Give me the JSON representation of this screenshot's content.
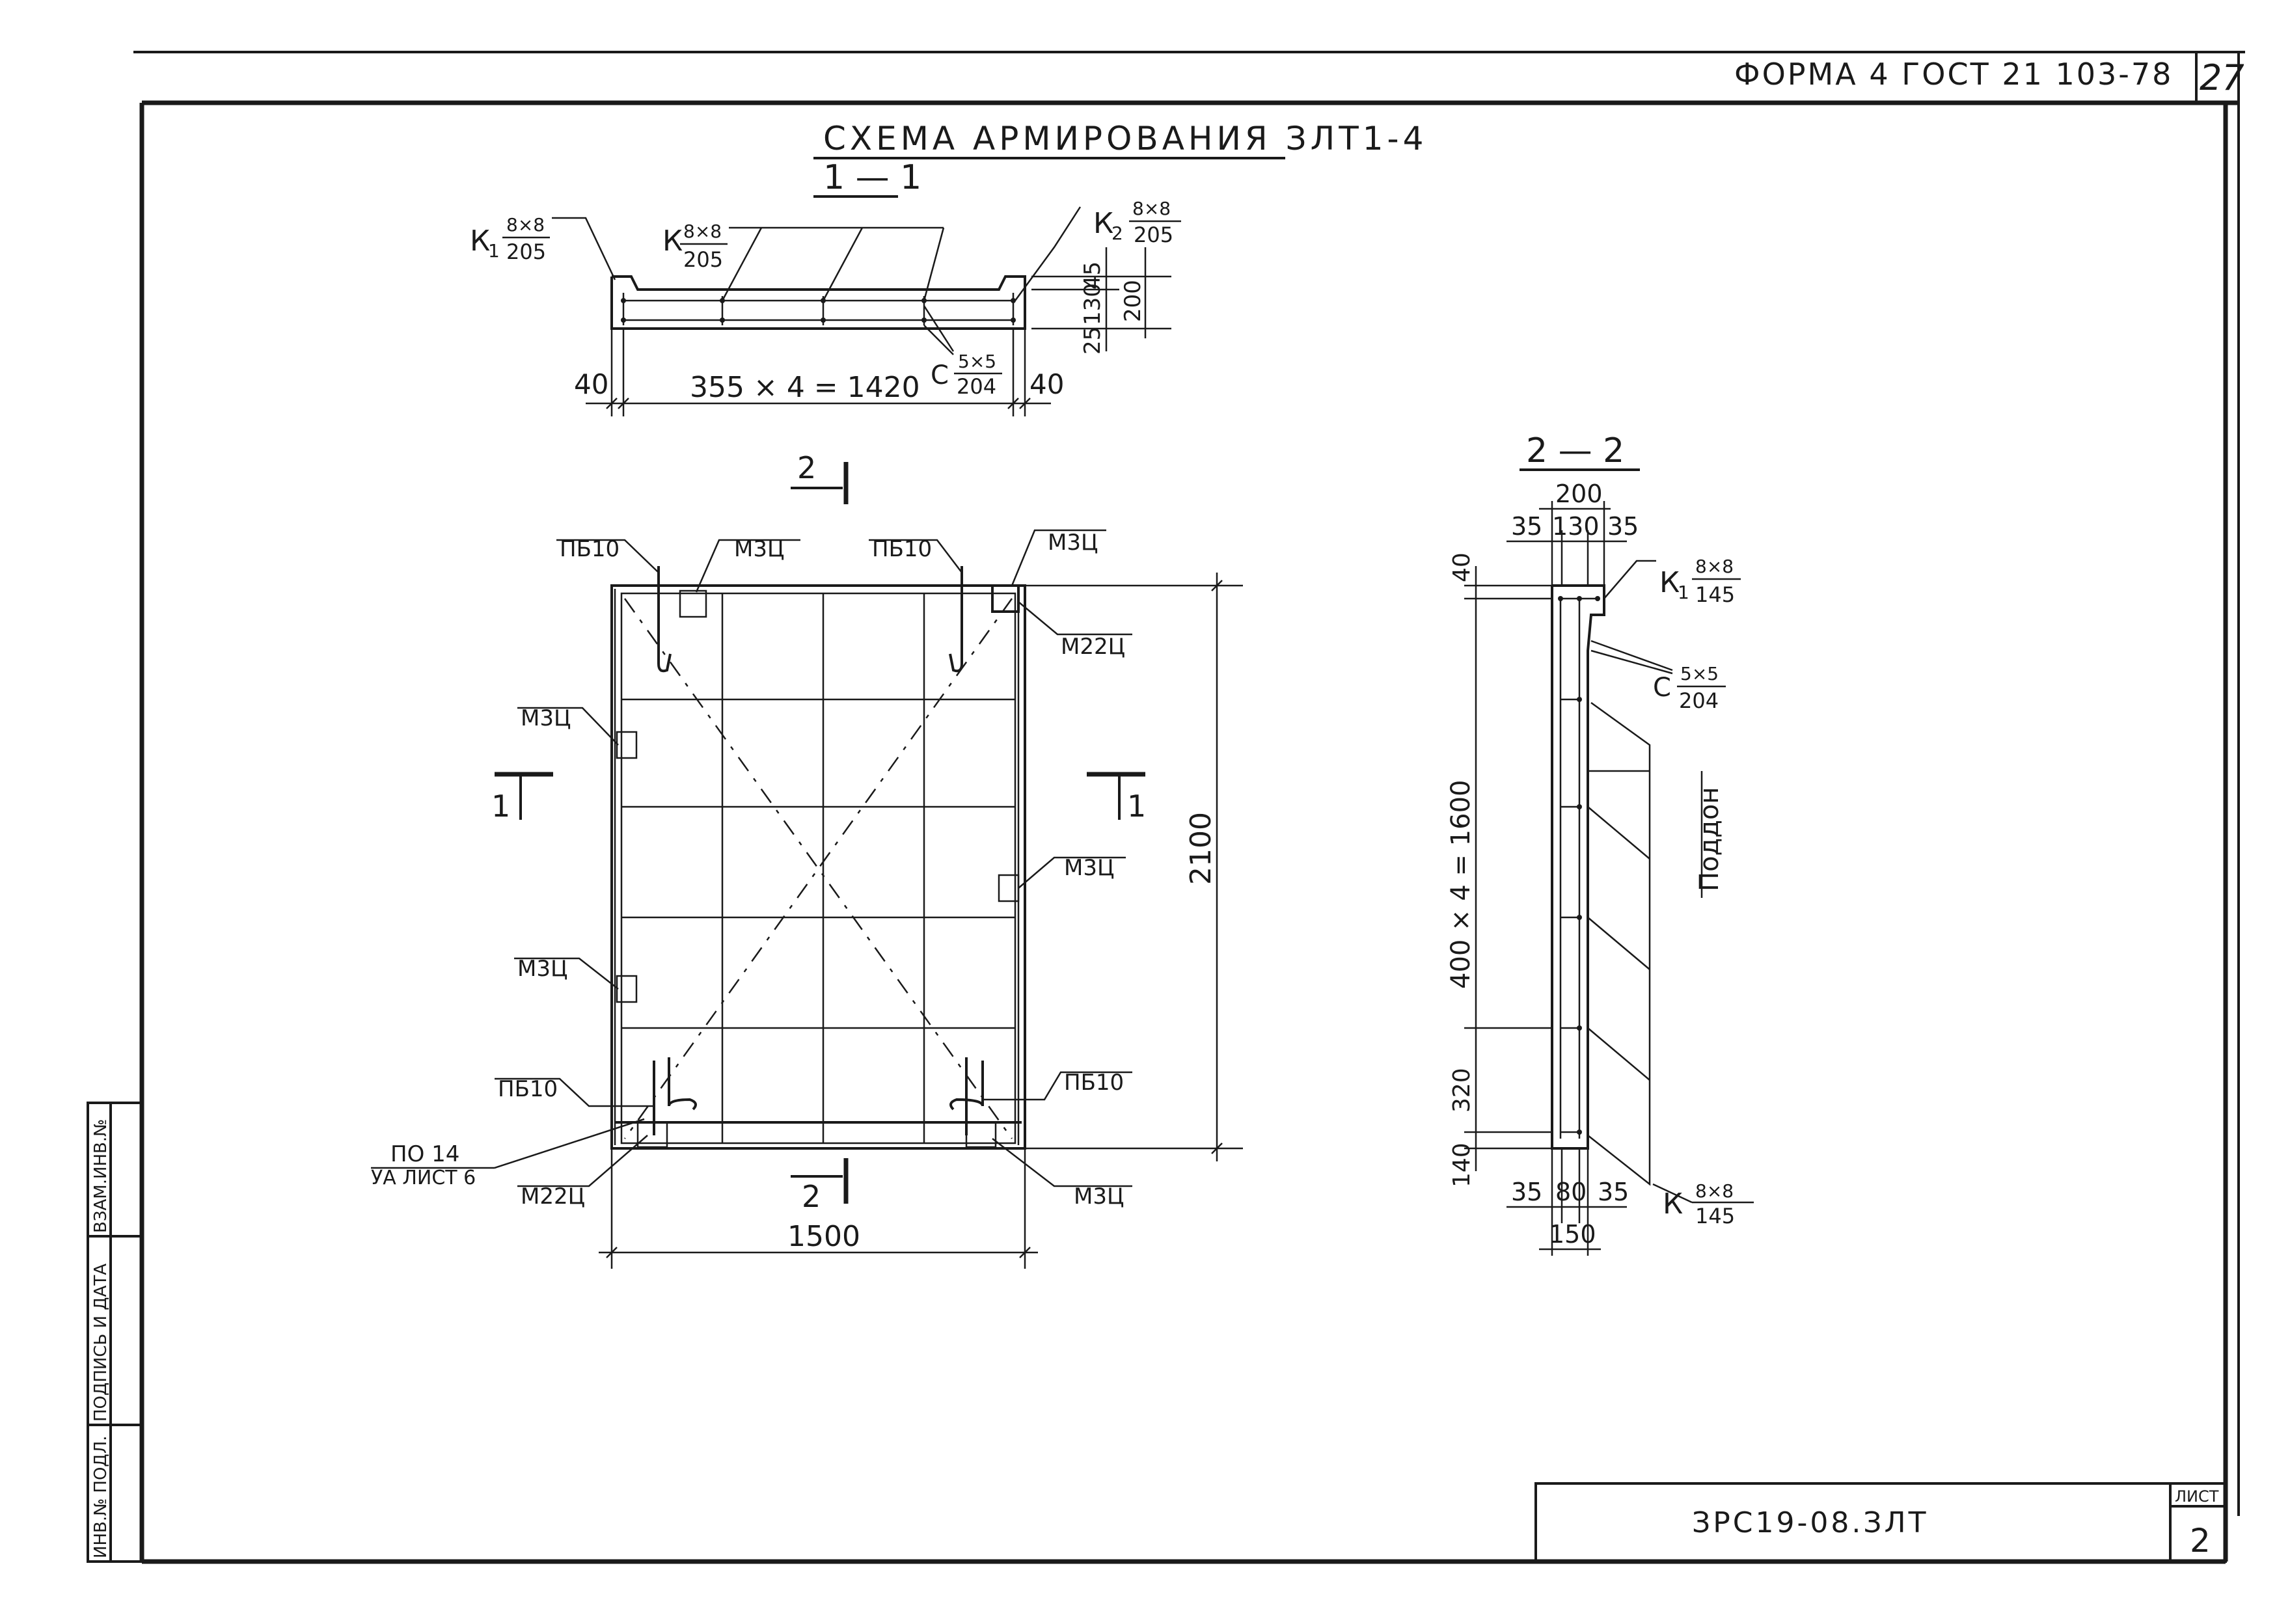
{
  "header": {
    "form_label": "ФОРМА 4 ГОСТ 21 103-78",
    "page_number": "27"
  },
  "title": "СХЕМА АРМИРОВАНИЯ ЗЛТ1-4",
  "section_1_1": {
    "label": "1 — 1",
    "k1": {
      "letter": "К",
      "sub": "1",
      "num": "8×8",
      "den": "205"
    },
    "k": {
      "letter": "К",
      "num": "8×8",
      "den": "205"
    },
    "k2": {
      "letter": "К",
      "sub": "2",
      "num": "8×8",
      "den": "205"
    },
    "c": {
      "letter": "С",
      "num": "5×5",
      "den": "204"
    },
    "dim_left": "40",
    "dim_main": "355 × 4 = 1420",
    "dim_right": "40",
    "dim_45": "45",
    "dim_130": "130",
    "dim_25": "25",
    "dim_200": "200"
  },
  "plan": {
    "marker_2_top": "2",
    "marker_2_bottom": "2",
    "marker_1_left": "1",
    "marker_1_right": "1",
    "pb10_top_left": "ПБ10",
    "m3c_top_left": "М3Ц",
    "pb10_top_right": "ПБ10",
    "m3c_top_right": "М3Ц",
    "m22c_top_right": "М22Ц",
    "m3c_left_upper": "М3Ц",
    "m3c_right_mid": "М3Ц",
    "m3c_left_lower": "М3Ц",
    "pb10_bottom_left": "ПБ10",
    "pb10_bottom_right": "ПБ10",
    "po14": "ПО 14",
    "sheet6": "УА ЛИСТ 6",
    "m22c_bottom_left": "М22Ц",
    "m3c_bottom_right": "М3Ц",
    "dim_width": "1500",
    "dim_height": "2100"
  },
  "section_2_2": {
    "label": "2 — 2",
    "dim_200": "200",
    "dim_35a": "35",
    "dim_130": "130",
    "dim_35b": "35",
    "k1": {
      "letter": "К",
      "sub": "1",
      "num": "8×8",
      "den": "145"
    },
    "c": {
      "letter": "С",
      "num": "5×5",
      "den": "204"
    },
    "poddon": "Поддон",
    "dim_40": "40",
    "dim_main": "400 × 4 = 1600",
    "dim_320": "320",
    "dim_140": "140",
    "dim_35c": "35",
    "dim_80": "80",
    "dim_35d": "35",
    "dim_150": "150",
    "k": {
      "letter": "К",
      "num": "8×8",
      "den": "145"
    }
  },
  "side_stamp": {
    "inv_orig": "ИНВ.№ ПОДЛ.",
    "sign_date": "ПОДПИСЬ И ДАТА",
    "inv_repl": "ВЗАМ.ИНВ.№"
  },
  "title_block": {
    "code": "ЗРС19-08.ЗЛТ",
    "sheet_label": "ЛИСТ",
    "sheet_number": "2"
  }
}
